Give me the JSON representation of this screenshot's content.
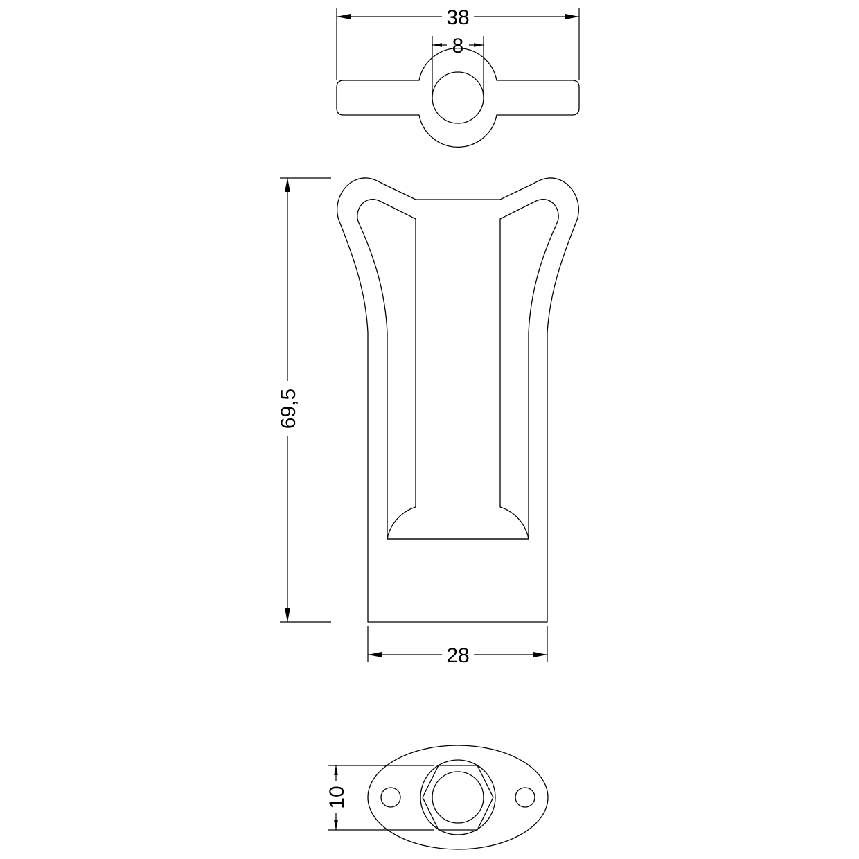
{
  "dimensions": {
    "top_width": "38",
    "top_bore": "8",
    "height": "69,5",
    "base_width": "28",
    "hex_size": "10"
  },
  "colors": {
    "line": "#000000",
    "background": "#ffffff"
  }
}
